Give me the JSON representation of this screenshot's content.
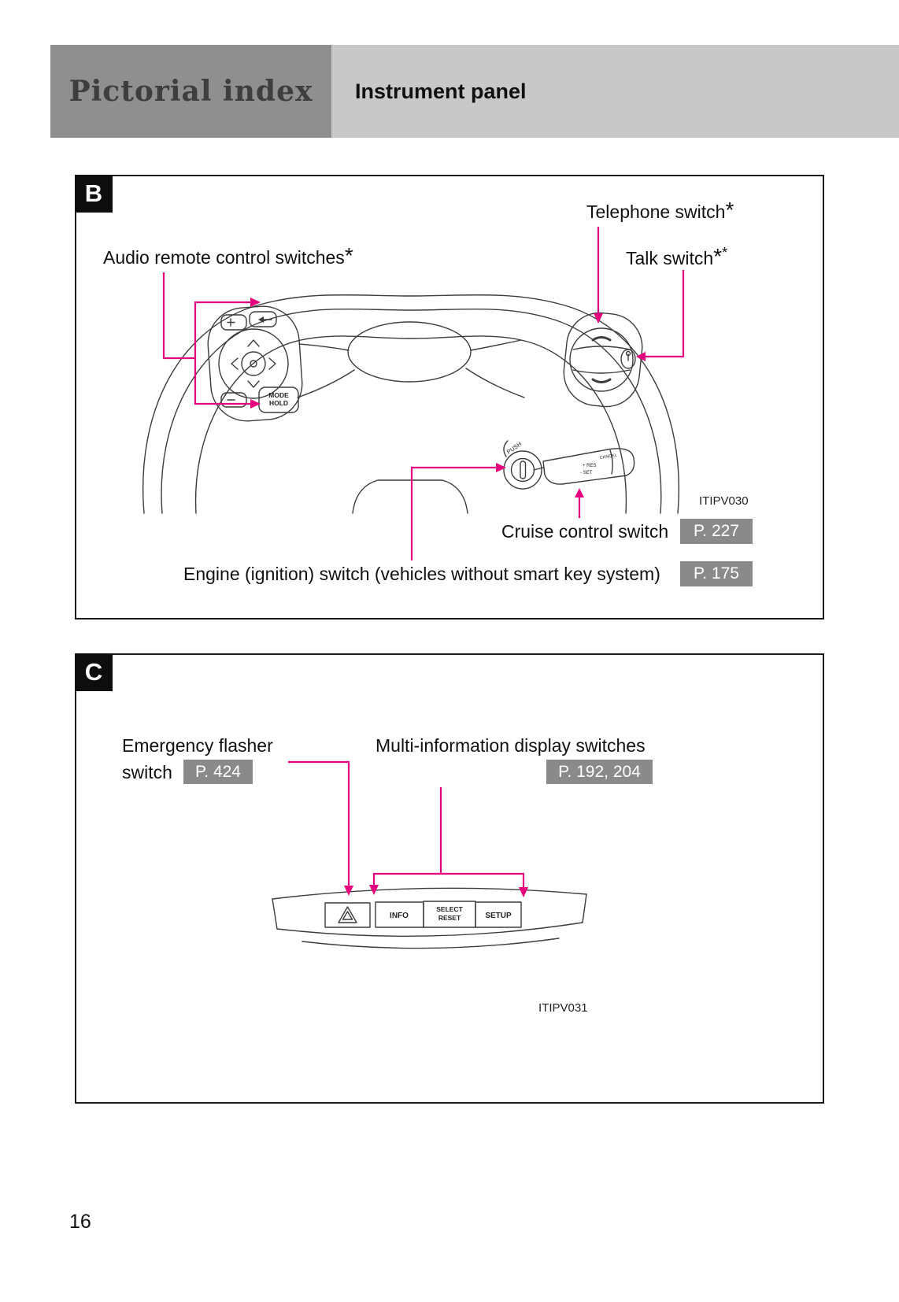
{
  "header": {
    "title": "Pictorial index",
    "subtitle": "Instrument panel"
  },
  "page_number": "16",
  "colors": {
    "accent": "#e6007e",
    "ref_bg": "#8a8a8a"
  },
  "section_b": {
    "marker": "B",
    "figure_code": "ITIPV030",
    "labels": {
      "telephone": "Telephone switch",
      "telephone_marker": "*",
      "audio": "Audio remote control switches",
      "audio_marker": "*",
      "talk": "Talk switch",
      "talk_marker1": "*",
      "talk_marker2": "*",
      "cruise": "Cruise control switch",
      "cruise_ref": "P. 227",
      "engine": "Engine (ignition) switch (vehicles without smart key system)",
      "engine_ref": "P. 175"
    },
    "diagram": {
      "mode": "MODE",
      "hold": "HOLD",
      "push": "PUSH",
      "cancel": "CANCEL",
      "res": "+ RES",
      "set": "- SET"
    }
  },
  "section_c": {
    "marker": "C",
    "figure_code": "ITIPV031",
    "labels": {
      "flasher_line1": "Emergency flasher",
      "flasher_line2": "switch",
      "flasher_ref": "P. 424",
      "multi": "Multi-information display switches",
      "multi_ref": "P. 192, 204"
    },
    "buttons": {
      "info": "INFO",
      "select": "SELECT",
      "reset": "RESET",
      "setup": "SETUP"
    }
  }
}
